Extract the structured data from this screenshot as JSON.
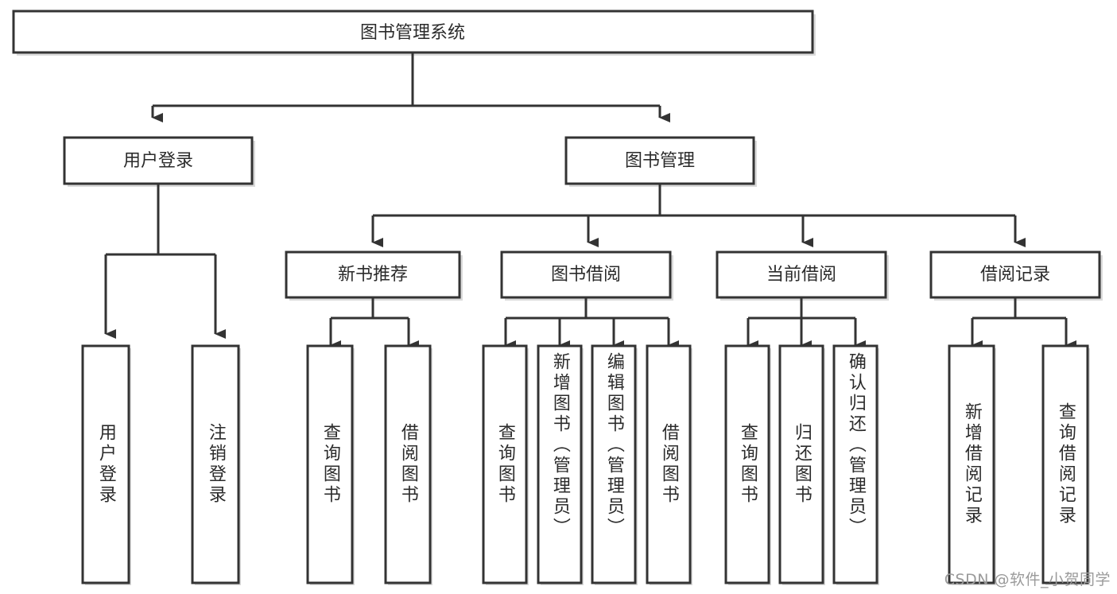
{
  "diagram": {
    "type": "tree-hierarchy-chart",
    "title": "图书管理系统",
    "style": {
      "background": "#ffffff",
      "box_fill": "#ffffff",
      "box_stroke": "#333333",
      "text_color": "#2b2b2b",
      "shadow_color": "#bdbdbd",
      "watermark_color": "#9a9a9a"
    },
    "levels": {
      "root": {
        "label": "图书管理系统"
      },
      "level2": [
        {
          "label": "用户登录"
        },
        {
          "label": "图书管理"
        }
      ],
      "level3": [
        {
          "label": "新书推荐"
        },
        {
          "label": "图书借阅"
        },
        {
          "label": "当前借阅"
        },
        {
          "label": "借阅记录"
        }
      ]
    },
    "leaves": {
      "user_login": [
        {
          "label": "用户登录"
        },
        {
          "label": "注销登录"
        }
      ],
      "new_book_recommend": [
        {
          "label": "查询图书"
        },
        {
          "label": "借阅图书"
        }
      ],
      "book_borrow": [
        {
          "label": "查询图书"
        },
        {
          "label": "新增图书（管理员）"
        },
        {
          "label": "编辑图书（管理员）"
        },
        {
          "label": "借阅图书"
        }
      ],
      "current_borrow": [
        {
          "label": "查询图书"
        },
        {
          "label": "归还图书"
        },
        {
          "label": "确认归还（管理员）"
        }
      ],
      "borrow_record": [
        {
          "label": "新增借阅记录"
        },
        {
          "label": "查询借阅记录"
        }
      ]
    }
  },
  "watermark": {
    "text": "CSDN @软件_小贺同学"
  }
}
